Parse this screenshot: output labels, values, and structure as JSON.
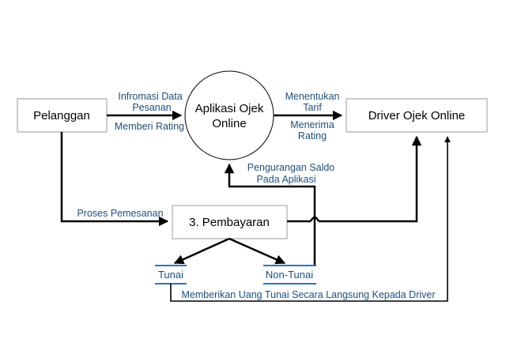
{
  "entities": {
    "pelanggan": "Pelanggan",
    "driver": "Driver Ojek Online"
  },
  "process": {
    "app_line1": "Aplikasi Ojek",
    "app_line2": "Online",
    "payment": "3. Pembayaran"
  },
  "stores": {
    "tunai": "Tunai",
    "non_tunai": "Non-Tunai"
  },
  "flows": {
    "info_line1": "Infromasi Data",
    "info_line2": "Pesanan",
    "rating": "Memberi Rating",
    "tarif_line1": "Menentukan",
    "tarif_line2": "Tarif",
    "terima_line1": "Menerima",
    "terima_line2": "Rating",
    "saldo_line1": "Pengurangan Saldo",
    "saldo_line2": "Pada Aplikasi",
    "pemesanan": "Proses Pemesanan",
    "uang_tunai": "Memberikan Uang Tunai Secara Langsung Kepada Driver"
  },
  "colors": {
    "label": "#1f4e79",
    "store_line": "#2e75b6",
    "box_border": "#9a9a9a"
  }
}
